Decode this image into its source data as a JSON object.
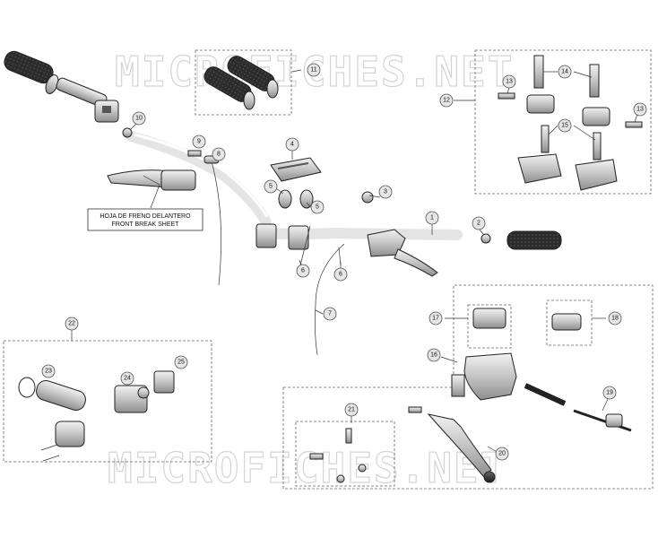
{
  "watermark": "MICROFICHES.NET",
  "note": {
    "line1": "HOJA DE FRENO DELANTERO",
    "line2": "FRONT BREAK SHEET"
  },
  "callouts": {
    "c1": "1",
    "c2": "2",
    "c3": "3",
    "c4": "4",
    "c5a": "5",
    "c5b": "5",
    "c6a": "6",
    "c6b": "6",
    "c7": "7",
    "c8": "8",
    "c9": "9",
    "c10": "10",
    "c11": "11",
    "c12": "12",
    "c13a": "13",
    "c13b": "13",
    "c14": "14",
    "c15": "15",
    "c16": "16",
    "c17": "17",
    "c18": "18",
    "c19": "19",
    "c20": "20",
    "c21": "21",
    "c22": "22",
    "c23": "23",
    "c24": "24",
    "c25": "25"
  },
  "colors": {
    "grip": "#2b2b2b",
    "metal": "#bdbdbd",
    "metal_dark": "#8a8a8a",
    "line": "#222222"
  }
}
